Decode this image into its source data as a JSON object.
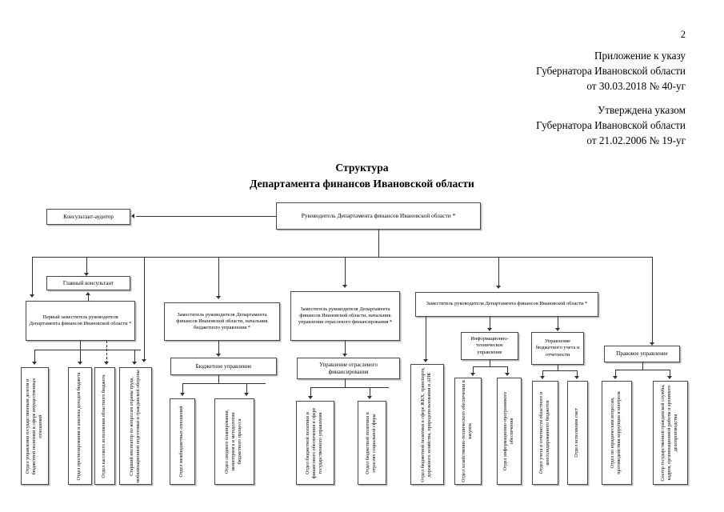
{
  "document": {
    "page_number": "2",
    "approval_ref_1": [
      "Приложение к указу",
      "Губернатора Ивановской области",
      "от 30.03.2018 № 40-уг"
    ],
    "approval_ref_2": [
      "Утверждена указом",
      "Губернатора Ивановской области",
      "от 21.02.2006 № 19-уг"
    ],
    "title_line_1": "Структура",
    "title_line_2": "Департамента финансов Ивановской области"
  },
  "chart": {
    "head": "Руководитель Департамента финансов Ивановской области *",
    "auditor": "Консультант-аудитор",
    "chief_consultant": "Главный консультант",
    "deputies": [
      "Первый заместитель руководителя Департамента финансов Ивановской области *",
      "Заместитель руководителя Департамента финансов Ивановской области, начальник бюджетного управления *",
      "Заместитель руководителя Департамента финансов Ивановской области, начальник управления отраслевого финансирования *",
      "Заместитель руководителя Департамента финансов Ивановской области *"
    ],
    "departments": [
      "Бюджетное управление",
      "Управление отраслевого финансирования",
      "Информационно-техническое управление",
      "Управление бюджетного учета и отчетности",
      "Правовое управление"
    ],
    "units": [
      "Отдел управления государственным долгом и бюджетной политики в сфере имущественных отношений",
      "Отдел прогнозирования и анализа доходов бюджета",
      "Отдел кассового исполнения областного бюджета",
      "Старший инспектор по вопросам охраны труда, мобилизационной подготовки и гражданской обороны",
      "Отдел межбюджетных отношений",
      "Отдел сводного планирования, мониторинга и методологии бюджетного процесса",
      "Отдел бюджетной политики и финансового обеспечения в сфере государственного управления",
      "Отдел бюджетной политики в отраслях социальной сферы",
      "Отдел бюджетной политики в сфере ЖКХ, транспорта, дорожного хозяйства, природопользования и АПК",
      "Отдел хозяйственно-технического обеспечения и закупок",
      "Отдел информационно-программного обеспечения",
      "Отдел учета и отчетности областного и консолидированного бюджетов",
      "Отдел исполнения смет",
      "Отдел по юридическим вопросам, противодействия коррупции и контроля",
      "Сектор государственной гражданской службы, кадров, организационной работы и архивного делопроизводства"
    ]
  }
}
